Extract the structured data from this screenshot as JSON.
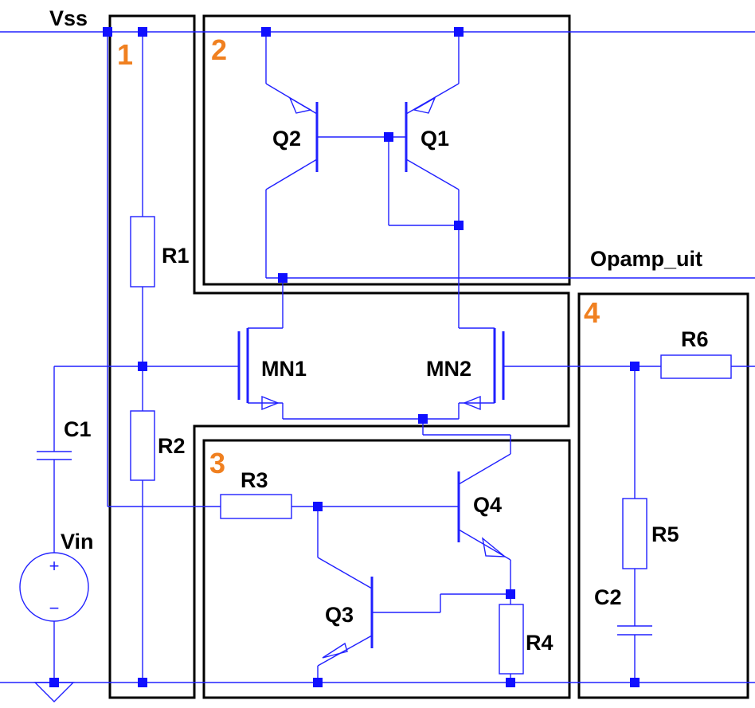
{
  "labels": {
    "vss": "Vss",
    "vin": "Vin",
    "r1": "R1",
    "r2": "R2",
    "r3": "R3",
    "r4": "R4",
    "r5": "R5",
    "r6": "R6",
    "c1": "C1",
    "c2": "C2",
    "q1": "Q1",
    "q2": "Q2",
    "q3": "Q3",
    "q4": "Q4",
    "mn1": "MN1",
    "mn2": "MN2",
    "out": "Opamp_uit"
  },
  "blocks": {
    "b1": "1",
    "b2": "2",
    "b3": "3",
    "b4": "4"
  },
  "source_signs": {
    "plus": "+",
    "minus": "−"
  },
  "colors": {
    "wire": "#2020ff",
    "node": "#1010ff",
    "block_border": "#000000",
    "block_number": "#f08020",
    "label": "#000000"
  }
}
